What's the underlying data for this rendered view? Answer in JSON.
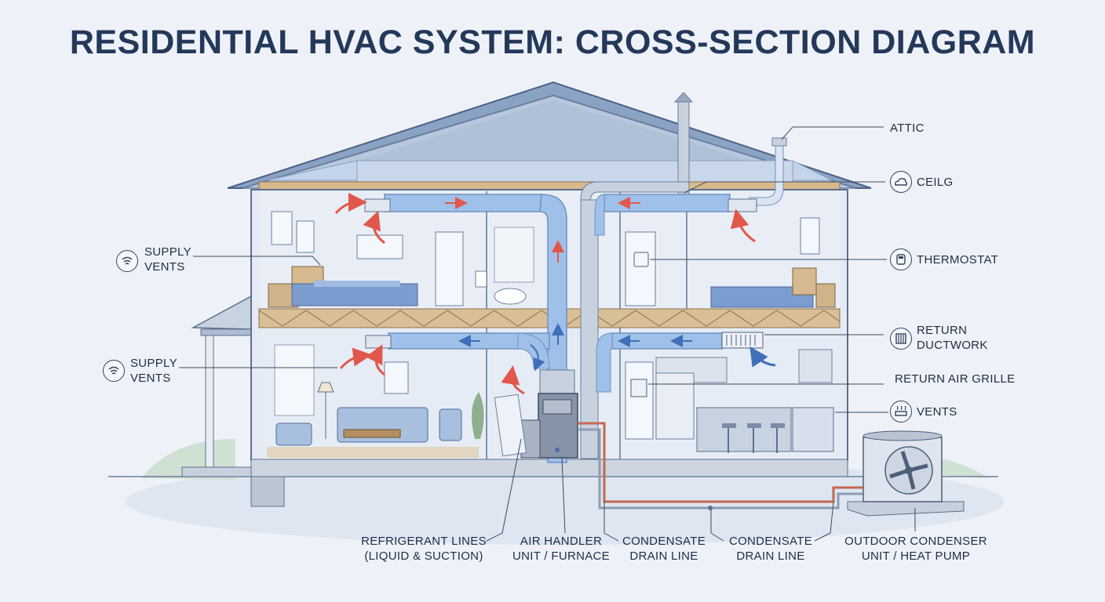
{
  "title": "RESIDENTIAL HVAC SYSTEM: CROSS-SECTION DIAGRAM",
  "labels": {
    "attic": "ATTIC",
    "ceiling": "CEILG",
    "thermostat": "THERMOSTAT",
    "return_ductwork": [
      "RETURN",
      "DUCTWORK"
    ],
    "return_air_grille": "RETURN AIR GRILLE",
    "vents": "VENTS",
    "supply_vents_upper": [
      "SUPPLY",
      "VENTS"
    ],
    "supply_vents_lower": [
      "SUPPLY",
      "VENTS"
    ],
    "refrigerant_lines": [
      "REFRIGERANT LINES",
      "(LIQUID & SUCTION)"
    ],
    "air_handler": [
      "AIR HANDLER",
      "UNIT / FURNACE"
    ],
    "condensate_1": [
      "CONDENSATE",
      "DRAIN LINE"
    ],
    "condensate_2": [
      "CONDENSATE",
      "DRAIN LINE"
    ],
    "outdoor_condenser": [
      "OUTDOOR CONDENSER",
      "UNIT / HEAT PUMP"
    ]
  },
  "colors": {
    "title": "#24385a",
    "duct": "#9fc0e8",
    "duct_edge": "#6f93c4",
    "supply_arrow": "#e2574c",
    "return_arrow": "#3f6fb8",
    "refrigerant": "#c4684f",
    "wall": "#dfe6f0"
  }
}
